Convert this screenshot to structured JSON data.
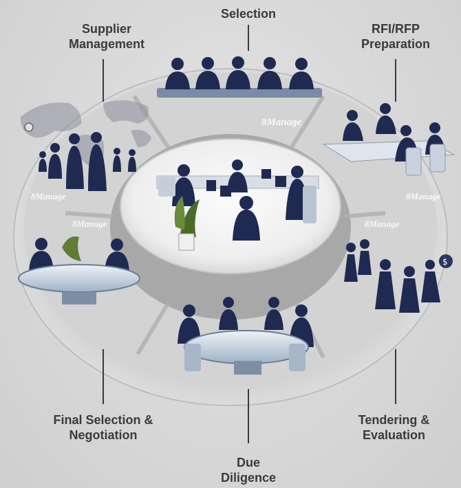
{
  "stages": {
    "selection": [
      "Selection"
    ],
    "rfi_rfp": [
      "RFI/RFP",
      "Preparation"
    ],
    "supplier_mgmt": [
      "Supplier",
      "Management"
    ],
    "tendering": [
      "Tendering &",
      "Evaluation"
    ],
    "final_selection": [
      "Final Selection &",
      "Negotiation"
    ],
    "due_diligence": [
      "Due",
      "Diligence"
    ]
  },
  "watermark": "8Manage",
  "colors": {
    "silhouette": "#1e2a52",
    "ring": "#c8c8c8",
    "ring_dark": "#a9a9a9",
    "label": "#3a3a3a"
  }
}
